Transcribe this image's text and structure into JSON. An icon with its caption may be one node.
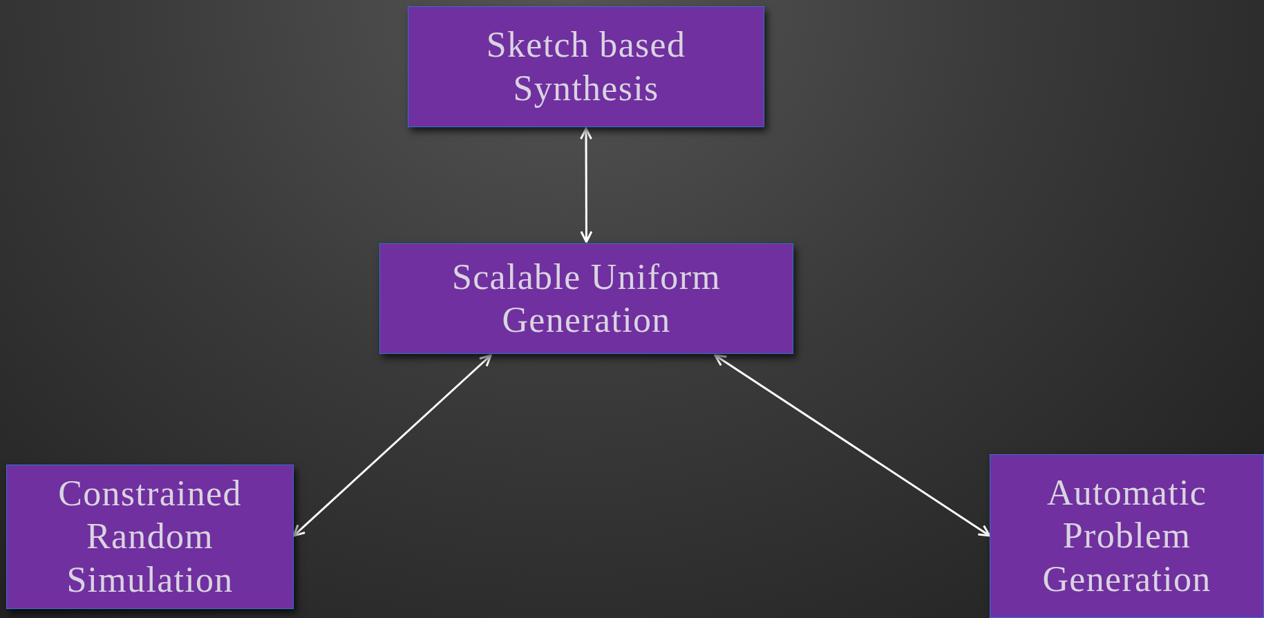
{
  "diagram": {
    "nodes": [
      {
        "text": [
          "Sketch based Synthesis"
        ]
      },
      {
        "text": [
          "Scalable Uniform Generation"
        ]
      },
      {
        "text": [
          "Constrained Random Simulation"
        ]
      },
      {
        "text": [
          "Automatic Problem Generation"
        ]
      }
    ],
    "edges": [
      {
        "from": 0,
        "to": 1,
        "arrow": "both"
      },
      {
        "from": 1,
        "to": 2,
        "arrow": "both"
      },
      {
        "from": 1,
        "to": 3,
        "arrow": "both"
      }
    ]
  }
}
